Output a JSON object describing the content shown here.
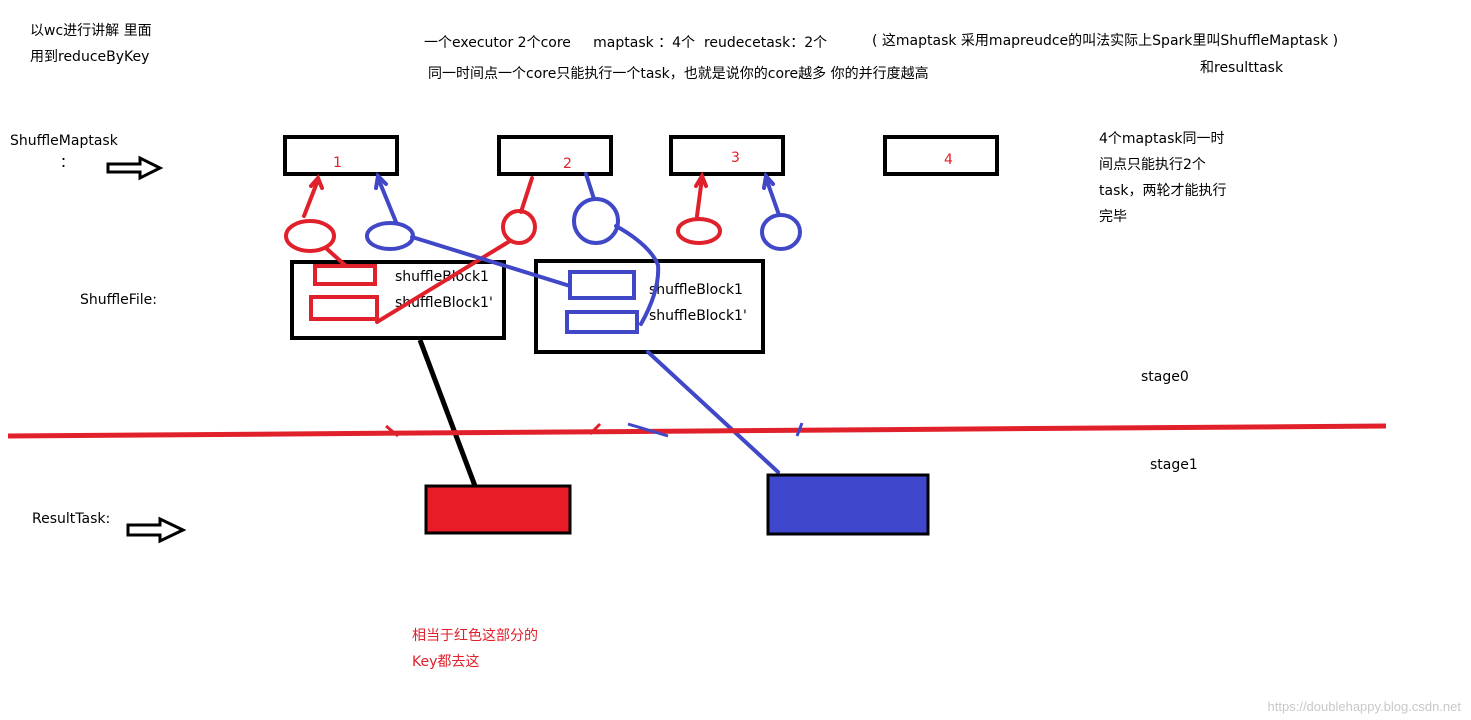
{
  "notes": {
    "topleft_line1": "以wc进行讲解 里面",
    "topleft_line2": "用到reduceByKey",
    "header_line1": "一个executor 2个core     maptask ：4个  reudecetask：2个",
    "header_paren": "( 这maptask 采用mapreudce的叫法实际上Spark里叫ShuffleMaptask )",
    "header_paren_cont": "和resulttask",
    "header_line2": "同一时间点一个core只能执行一个task，也就是说你的core越多 你的并行度越高",
    "right_note_1": "4个maptask同一时",
    "right_note_2": "间点只能执行2个",
    "right_note_3": "task，两轮才能执行",
    "right_note_4": "完毕",
    "bottom_note_1": "相当于红色这部分的",
    "bottom_note_2": "Key都去这"
  },
  "labels": {
    "shuffle_maptask": "ShuffleMaptask",
    "shuffle_maptask_colon": "：",
    "shuffle_file": "ShuffleFile:",
    "result_task": "ResultTask:",
    "stage0": "stage0",
    "stage1": "stage1"
  },
  "tasks": [
    "1",
    "2",
    "3",
    "4"
  ],
  "shuffle_blocks": {
    "block_a": "shuffleBlock1",
    "block_b": "shuffleBlock1'"
  },
  "watermark": "https://doublehappy.blog.csdn.net",
  "colors": {
    "red": "#e0202a",
    "blue": "#4048c8",
    "black": "#000000"
  }
}
